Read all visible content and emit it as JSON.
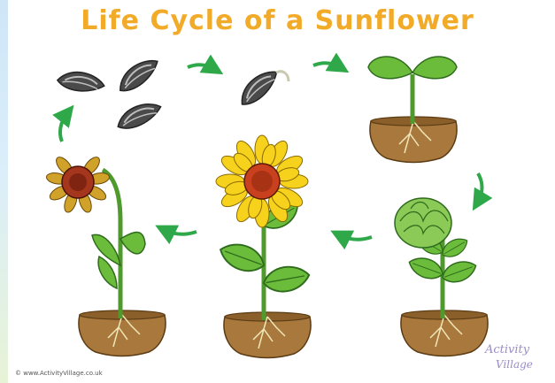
{
  "title": "Life Cycle of a Sunflower",
  "credit": "© www.ActivityVillage.co.uk",
  "logo": {
    "line1": "Activity",
    "line2": "Village"
  },
  "stages": [
    {
      "id": "seeds"
    },
    {
      "id": "germinating-seed"
    },
    {
      "id": "seedling"
    },
    {
      "id": "bud"
    },
    {
      "id": "flowering"
    },
    {
      "id": "wilting"
    }
  ],
  "colors": {
    "title": "#f2ab28",
    "arrow": "#2fa84a",
    "leaf": "#6cbc3c",
    "soil": "#a8783c",
    "petal": "#f7d21c",
    "center": "#c9401e",
    "seed": "#6e6e6e"
  }
}
